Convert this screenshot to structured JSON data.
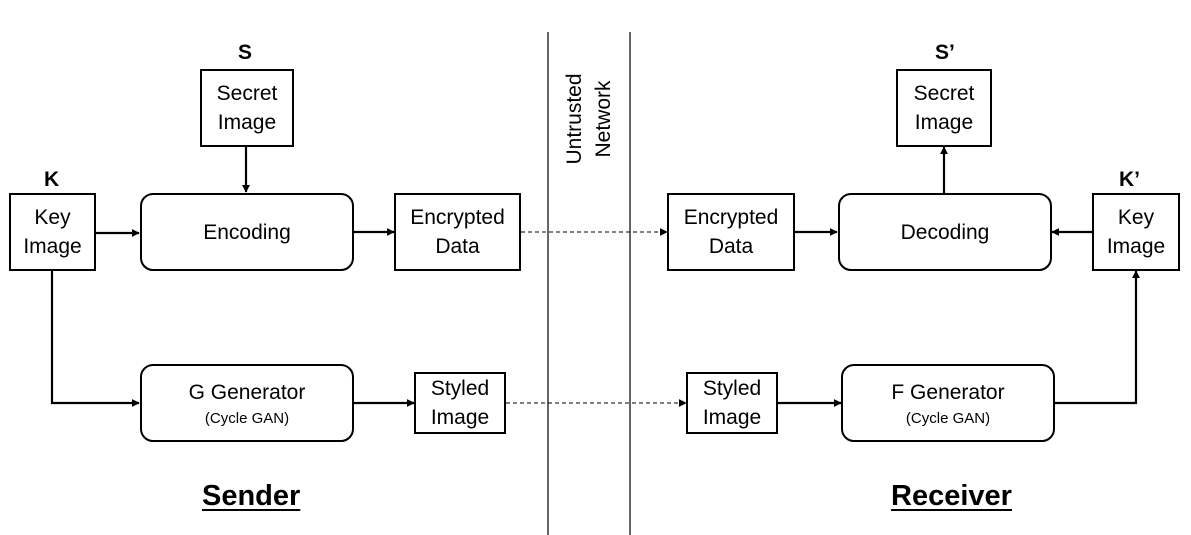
{
  "sender": {
    "title": "Sender",
    "secret_label": "S",
    "secret_box": "Secret\nImage",
    "key_label": "K",
    "key_box": "Key\nImage",
    "encoding": "Encoding",
    "encrypted": "Encrypted\nData",
    "generator": "G Generator",
    "generator_sub": "(Cycle GAN)",
    "styled": "Styled\nImage"
  },
  "network": {
    "label": "Untrusted\nNetwork"
  },
  "receiver": {
    "title": "Receiver",
    "secret_label": "S’",
    "secret_box": "Secret\nImage",
    "key_label": "K’",
    "key_box": "Key\nImage",
    "decoding": "Decoding",
    "encrypted": "Encrypted\nData",
    "generator": "F Generator",
    "generator_sub": "(Cycle GAN)",
    "styled": "Styled\nImage"
  }
}
